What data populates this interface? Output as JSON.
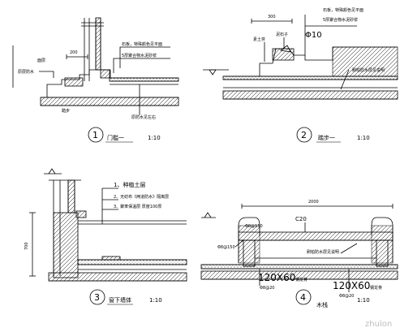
{
  "panel1": {
    "number": "1",
    "title": "门槛一",
    "scale": "1:10",
    "labels": {
      "a1": "原层防水",
      "a2": "踏步",
      "a3": "原防水见左右",
      "top1": "石板，特殊颜色见平面",
      "top2": "5厚聚合物水泥砂浆",
      "dim": "200",
      "side": "面层"
    }
  },
  "panel2": {
    "number": "2",
    "title": "踏步一",
    "scale": "1:10",
    "labels": {
      "top1": "石板，特殊颜色见平面",
      "top2": "5厚聚合物水泥砂浆",
      "a1": "素土夯",
      "a2": "泥石子",
      "dia": "Φ10",
      "a3": "刷柏防水层见说明",
      "dim": "300"
    }
  },
  "panel3": {
    "number": "3",
    "title": "窗下墙体",
    "scale": "1:10",
    "labels": {
      "n1": "1、种植土层",
      "n2": "2、无纺布《两道防水》隔离层",
      "n3": "3、聚苯保温层 厚度100厚",
      "dim": "700"
    }
  },
  "panel4": {
    "number": "4",
    "title": "木栈",
    "scale": "1:10",
    "labels": {
      "c20": "C20",
      "r1": "Φ8@150",
      "r2": "Φ8@150",
      "a3": "刷柏防水层见说明",
      "beam1": "120X60",
      "beam1s": "钢龙骨",
      "beam2": "120X60",
      "beam2s": "钢龙骨",
      "d1": "Φ8@20",
      "d2": "Φ8@20",
      "dim": "2000"
    }
  },
  "watermark": "zhulon"
}
